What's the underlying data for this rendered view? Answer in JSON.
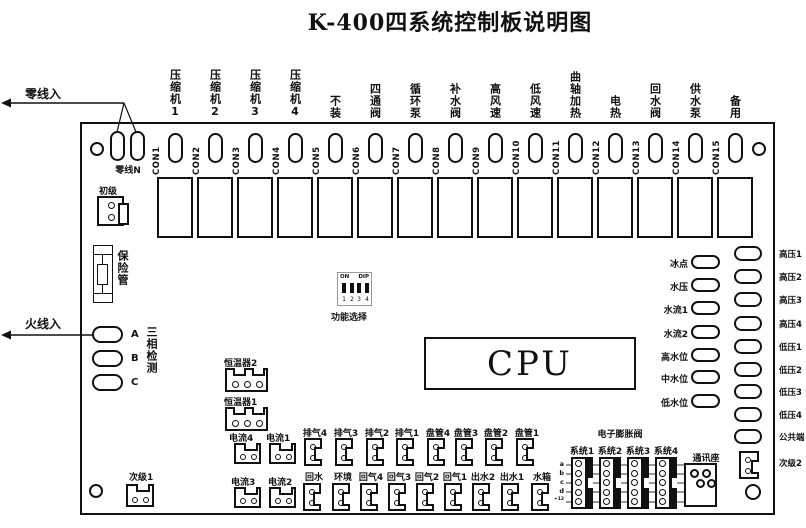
{
  "title": "K-400四系统控制板说明图",
  "outputs": [
    {
      "con": "CON1",
      "label": "压缩机1"
    },
    {
      "con": "CON2",
      "label": "压缩机2"
    },
    {
      "con": "CON3",
      "label": "压缩机3"
    },
    {
      "con": "CON4",
      "label": "压缩机4"
    },
    {
      "con": "CON5",
      "label": "不装"
    },
    {
      "con": "CON6",
      "label": "四通阀"
    },
    {
      "con": "CON7",
      "label": "循环泵"
    },
    {
      "con": "CON8",
      "label": "补水阀"
    },
    {
      "con": "CON9",
      "label": "高风速"
    },
    {
      "con": "CON10",
      "label": "低风速"
    },
    {
      "con": "CON11",
      "label": "曲轴加热"
    },
    {
      "con": "CON12",
      "label": "电热"
    },
    {
      "con": "CON13",
      "label": "回水阀"
    },
    {
      "con": "CON14",
      "label": "供水泵"
    },
    {
      "con": "CON15",
      "label": "备用"
    }
  ],
  "power": {
    "neutral_in": "零线入",
    "neutral_pad": "零线N",
    "primary": "初级",
    "fuse": "保险管",
    "live_in": "火线入",
    "phase_a": "A",
    "phase_b": "B",
    "phase_c": "C",
    "phase_label": "三相检测",
    "secondary1": "次级1"
  },
  "dip": {
    "on": "ON",
    "dip": "DIP",
    "n1": "1",
    "n2": "2",
    "n3": "3",
    "n4": "4",
    "label": "功能选择"
  },
  "cpu": "CPU",
  "thermostat2": "恒温器2",
  "thermostat1": "恒温器1",
  "currents": {
    "c4": "电流4",
    "c1": "电流1",
    "c3": "电流3",
    "c2": "电流2"
  },
  "sensors_row1": [
    "排气4",
    "排气3",
    "排气2",
    "排气1",
    "盘管4",
    "盘管3",
    "盘管2",
    "盘管1"
  ],
  "sensors_row2": [
    "回水",
    "环境",
    "回气4",
    "回气3",
    "回气2",
    "回气1",
    "出水2",
    "出水1",
    "水箱"
  ],
  "eev": {
    "title": "电子膨胀阀",
    "systems": [
      "系统1",
      "系统2",
      "系统3",
      "系统4"
    ],
    "pins": [
      "a",
      "b",
      "c",
      "d",
      "+12"
    ]
  },
  "comm": "通讯座",
  "right_inner": [
    "冰点",
    "水压",
    "水流1",
    "水流2",
    "高水位",
    "中水位",
    "低水位"
  ],
  "right_outer": [
    "高压1",
    "高压2",
    "高压3",
    "高压4",
    "低压1",
    "低压2",
    "低压3",
    "低压4"
  ],
  "common": "公共端",
  "secondary2": "次级2"
}
